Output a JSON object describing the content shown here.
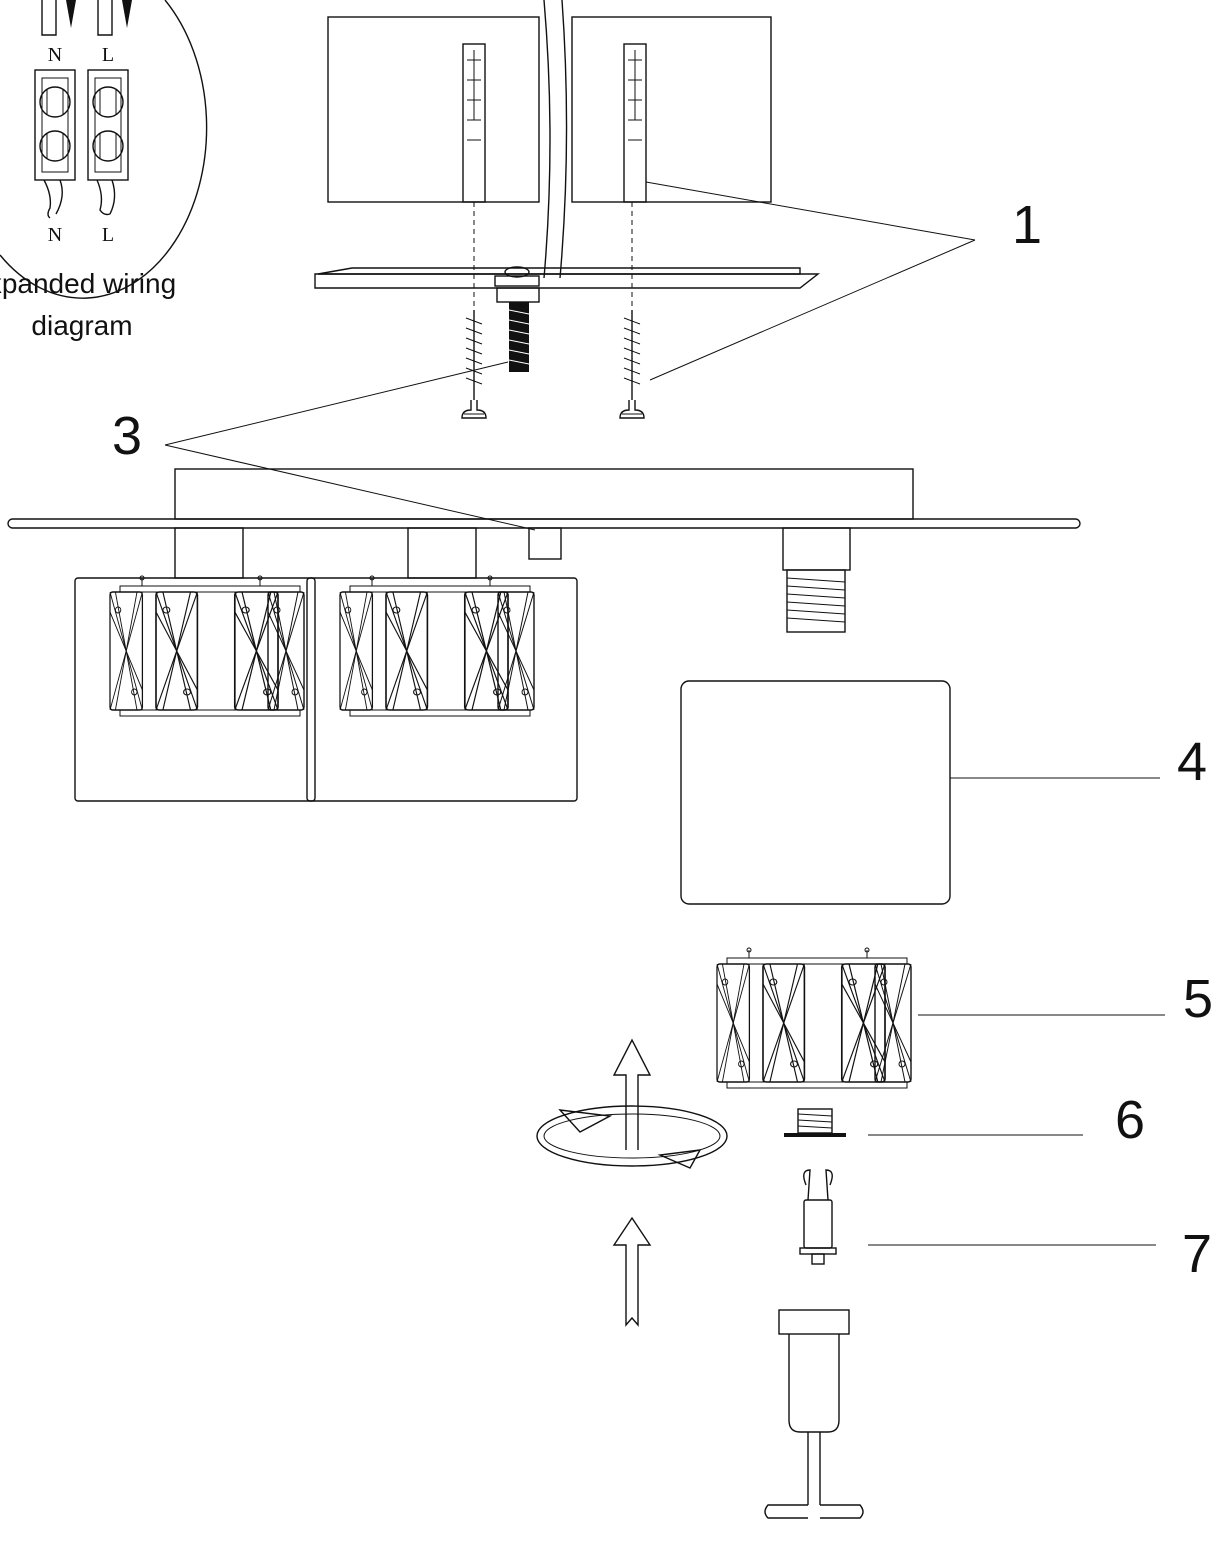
{
  "wiring_detail": {
    "caption_line1": "xpanded wiring",
    "caption_line2": "diagram",
    "terminal_top": [
      "N",
      "L"
    ],
    "terminal_bottom": [
      "N",
      "L"
    ]
  },
  "callouts": [
    "1",
    "3",
    "4",
    "5",
    "6",
    "7"
  ],
  "colors": {
    "line": "#111111",
    "background": "#ffffff"
  }
}
